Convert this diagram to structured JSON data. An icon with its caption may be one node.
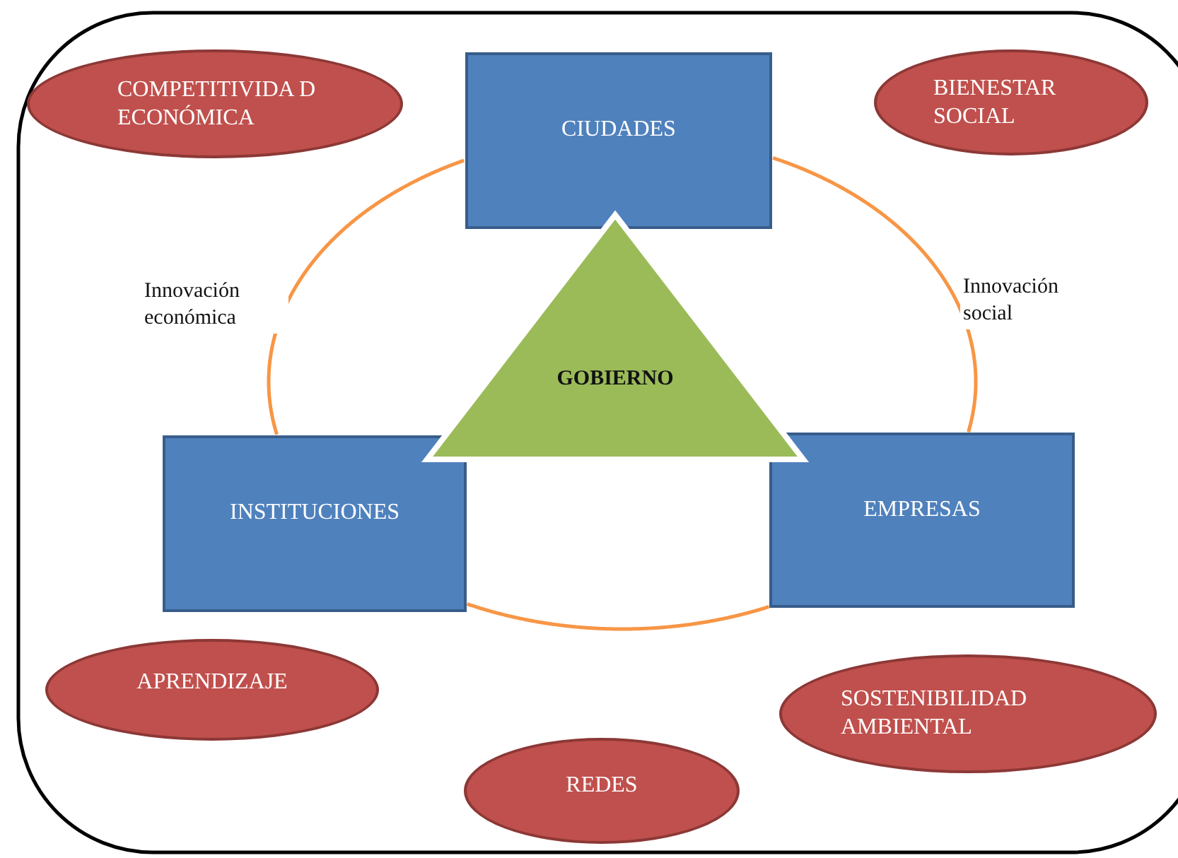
{
  "diagram": {
    "nodes": [
      {
        "text": [
          "COMPETITIVIDA D ECONÓMICA"
        ]
      },
      {
        "text": [
          "CIUDADES"
        ]
      },
      {
        "text": [
          "BIENESTAR SOCIAL"
        ]
      },
      {
        "text": [
          "GOBIERNO"
        ]
      },
      {
        "text": [
          "INSTITUCIONES"
        ]
      },
      {
        "text": [
          "EMPRESAS"
        ]
      },
      {
        "text": [
          "APRENDIZAJE"
        ]
      },
      {
        "text": [
          "SOSTENIBILIDAD AMBIENTAL"
        ]
      },
      {
        "text": [
          "REDES"
        ]
      }
    ],
    "edges": [
      {
        "from": 1,
        "to": 4,
        "arrow": "none",
        "label": "Innovación económica"
      },
      {
        "from": 1,
        "to": 5,
        "arrow": "none",
        "label": "Innovación social"
      },
      {
        "from": 4,
        "to": 5,
        "arrow": "none"
      }
    ]
  }
}
